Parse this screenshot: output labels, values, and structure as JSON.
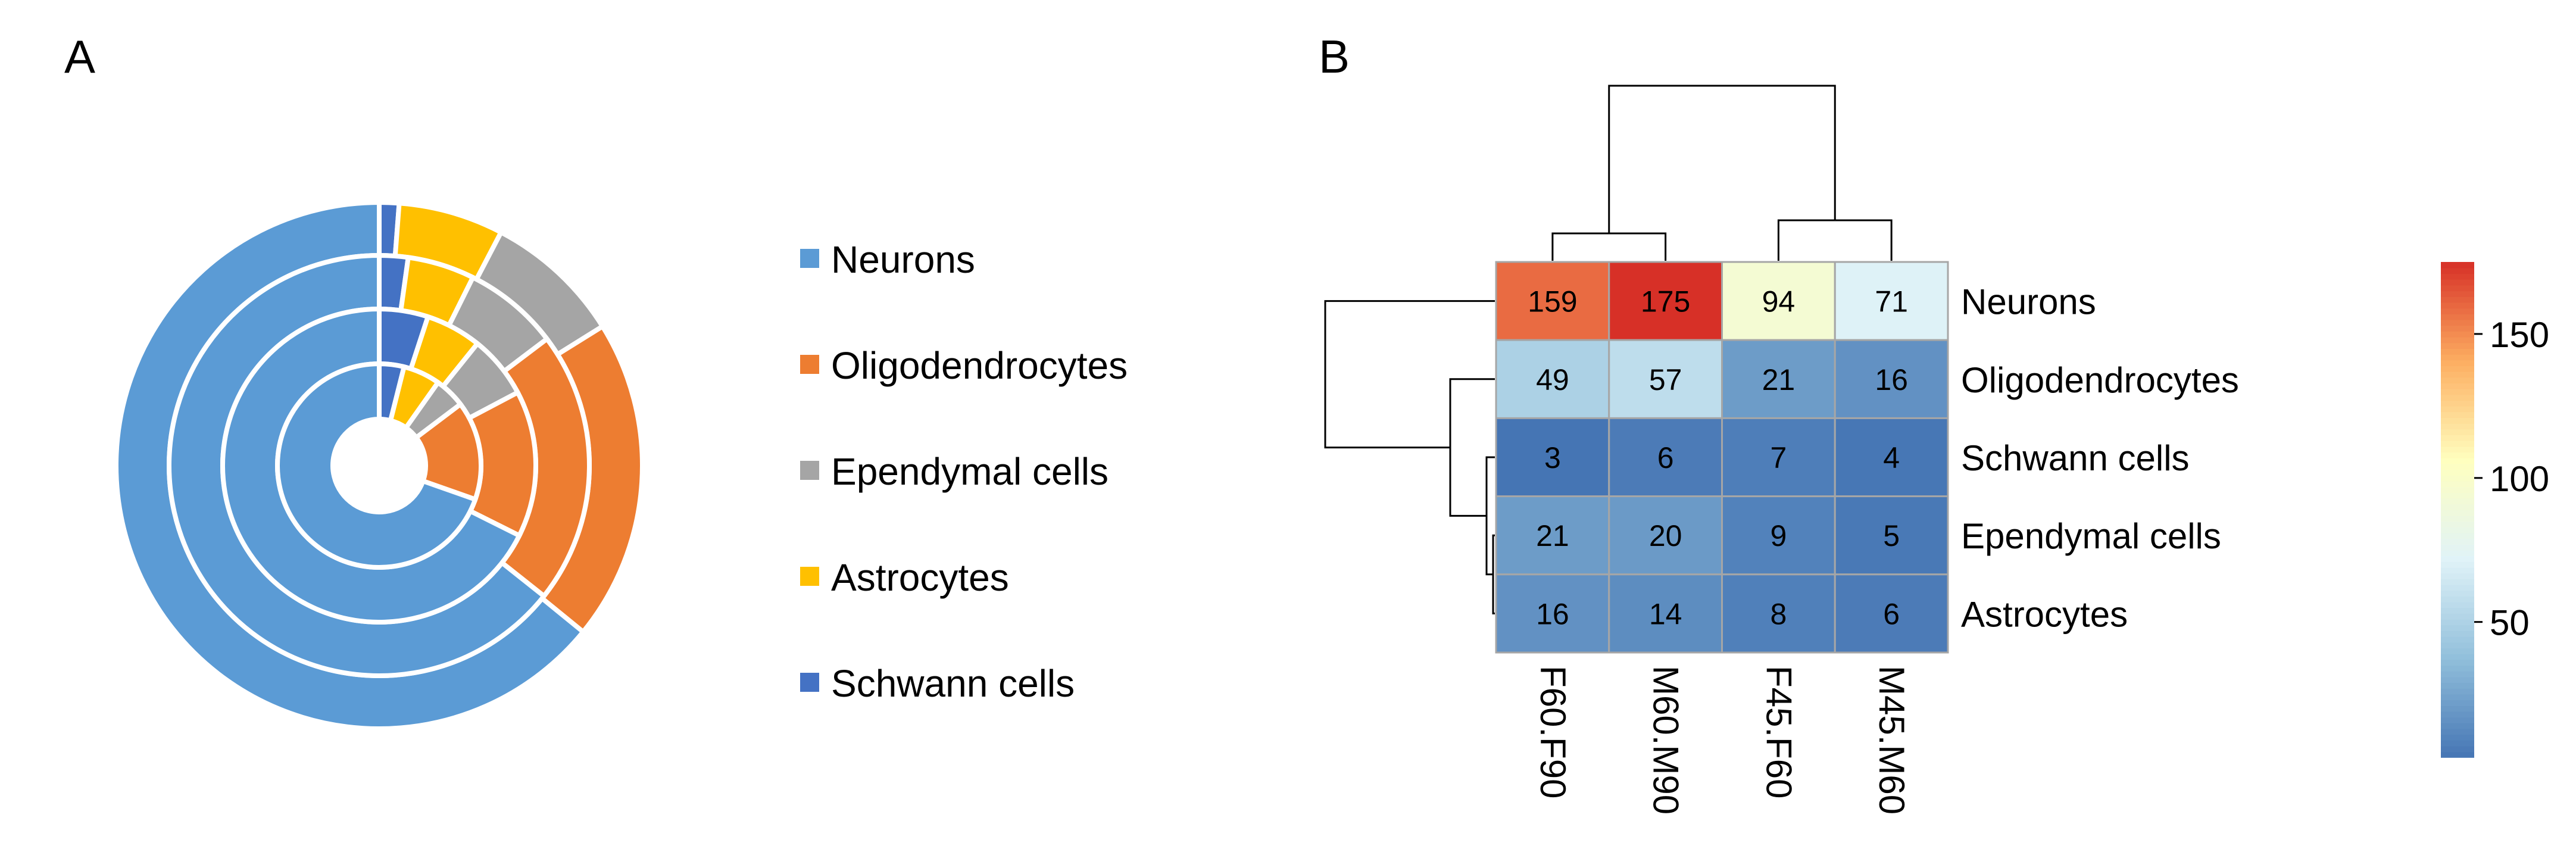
{
  "chart_data": [
    {
      "type": "pie",
      "panel_label": "A",
      "style": "nested-donut",
      "categories": [
        "Neurons",
        "Oligodendrocytes",
        "Ependymal cells",
        "Astrocytes",
        "Schwann cells"
      ],
      "colors": [
        "#5b9bd5",
        "#ed7d31",
        "#a5a5a5",
        "#ffc000",
        "#4472c4"
      ],
      "series": [
        {
          "values": [
            159,
            49,
            21,
            16,
            3
          ]
        },
        {
          "values": [
            175,
            57,
            20,
            14,
            6
          ]
        },
        {
          "values": [
            94,
            21,
            9,
            8,
            7
          ]
        },
        {
          "values": [
            71,
            16,
            5,
            6,
            4
          ]
        }
      ],
      "legend": "right"
    },
    {
      "type": "heatmap",
      "panel_label": "B",
      "columns": [
        "F60.F90",
        "M60.M90",
        "F45.F60",
        "M45.M60"
      ],
      "rows": [
        "Neurons",
        "Oligodendrocytes",
        "Schwann cells",
        "Ependymal cells",
        "Astrocytes"
      ],
      "values": [
        [
          159,
          175,
          94,
          71
        ],
        [
          49,
          57,
          21,
          16
        ],
        [
          3,
          6,
          7,
          4
        ],
        [
          21,
          20,
          9,
          5
        ],
        [
          16,
          14,
          8,
          6
        ]
      ],
      "color_scale": {
        "range": [
          3,
          175
        ],
        "stops": [
          "#4575b4",
          "#91bfdb",
          "#e0f3f8",
          "#ffffbf",
          "#fdae61",
          "#d73027"
        ],
        "ticks": [
          50,
          100,
          150
        ]
      },
      "dendrogram": {
        "columns": true,
        "rows": true
      },
      "legend": "right"
    }
  ]
}
